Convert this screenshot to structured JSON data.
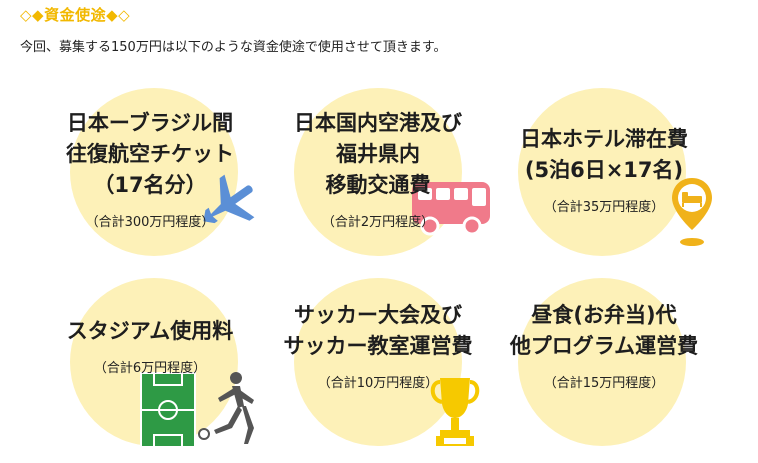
{
  "header": {
    "section_title": "◇◆資金使途◆◇",
    "intro": "今回、募集する150万円は以下のような資金使途で使用させて頂きます。"
  },
  "items": [
    {
      "title_lines": [
        "日本ーブラジル間",
        "往復航空チケット",
        "（17名分）"
      ],
      "cost": "（合計300万円程度）",
      "icon": "airplane-icon"
    },
    {
      "title_lines": [
        "日本国内空港及び",
        "福井県内",
        "移動交通費"
      ],
      "cost": "（合計2万円程度）",
      "icon": "bus-icon"
    },
    {
      "title_lines": [
        "日本ホテル滞在費",
        "(5泊6日×17名)"
      ],
      "cost": "（合計35万円程度）",
      "icon": "hotel-pin-icon"
    },
    {
      "title_lines": [
        "スタジアム使用料"
      ],
      "cost": "（合計6万円程度）",
      "icon": "soccer-field-icon"
    },
    {
      "title_lines": [
        "サッカー大会及び",
        "サッカー教室運営費"
      ],
      "cost": "（合計10万円程度）",
      "icon": "trophy-icon"
    },
    {
      "title_lines": [
        "昼食(お弁当)代",
        "他プログラム運営費"
      ],
      "cost": "（合計15万円程度）",
      "icon": "lunch-icon"
    }
  ],
  "colors": {
    "accent": "#f2b800",
    "circle": "#fdf1b8",
    "airplane": "#5b8fd6",
    "bus": "#f07a8a",
    "hotel_pin": "#f0b21a",
    "field": "#2e9a45",
    "trophy": "#f6c900"
  }
}
